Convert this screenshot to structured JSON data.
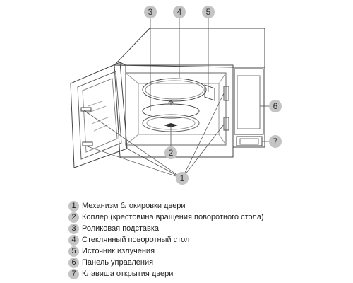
{
  "callouts": [
    {
      "number": "1"
    },
    {
      "number": "2"
    },
    {
      "number": "3"
    },
    {
      "number": "4"
    },
    {
      "number": "5"
    },
    {
      "number": "6"
    },
    {
      "number": "7"
    }
  ],
  "legend": [
    {
      "number": "1",
      "text": "Механизм блокировки двери"
    },
    {
      "number": "2",
      "text": "Коплер (крестовина вращения поворотного стола)"
    },
    {
      "number": "3",
      "text": "Роликовая подставка"
    },
    {
      "number": "4",
      "text": "Стеклянный поворотный стол"
    },
    {
      "number": "5",
      "text": "Источник излучения"
    },
    {
      "number": "6",
      "text": "Панель управления"
    },
    {
      "number": "7",
      "text": "Клавиша открытия двери"
    }
  ],
  "colors": {
    "line": "#444444",
    "light_line": "#888888",
    "badge_fill": "#c4c4c4",
    "text": "#222222"
  }
}
